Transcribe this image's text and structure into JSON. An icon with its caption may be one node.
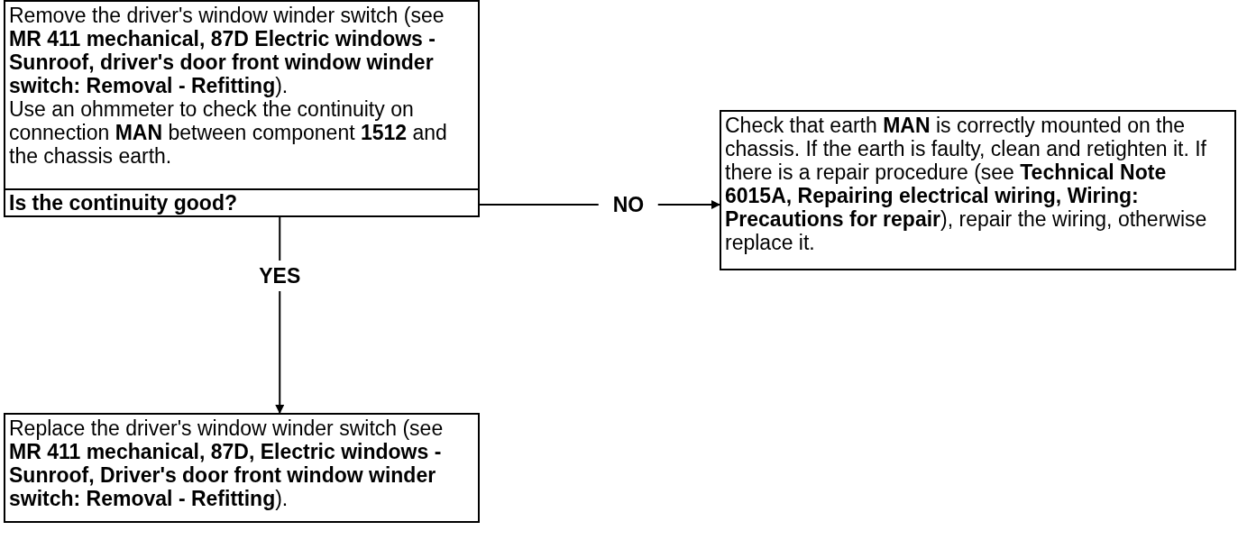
{
  "diagram": {
    "nodes": [
      {
        "text": [
          "Remove the driver's window winder switch (see **MR 411 mechanical, 87D Electric windows - Sunroof, driver's door front window winder switch: Removal - Refitting**).",
          "Use an ohmmeter to check the continuity on connection **MAN** between component **1512** and the chassis earth.",
          "Is the continuity good?"
        ]
      },
      {
        "text": [
          "Check that earth **MAN** is correctly mounted on the chassis. If the earth is faulty, clean and retighten it. If there is a repair procedure (see **Technical Note 6015A, Repairing electrical wiring, Wiring: Precautions for repair**), repair the wiring, otherwise replace it."
        ]
      },
      {
        "text": [
          "Replace the driver's window winder switch (see **MR 411 mechanical, 87D, Electric windows - Sunroof, Driver's door front window winder switch: Removal - Refitting**)."
        ]
      }
    ],
    "edges": [
      {
        "from": 0,
        "to": 1,
        "arrow": "to",
        "label": "NO"
      },
      {
        "from": 0,
        "to": 2,
        "arrow": "to",
        "label": "YES"
      }
    ]
  }
}
